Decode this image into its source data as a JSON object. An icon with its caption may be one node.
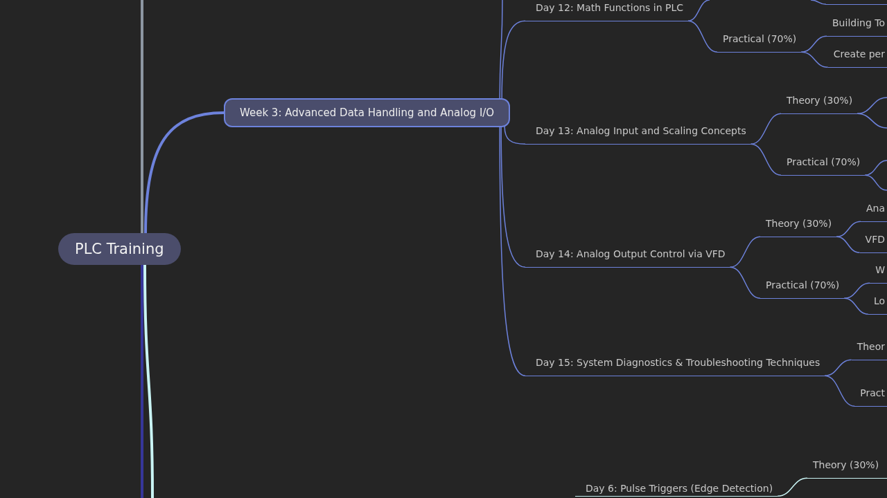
{
  "diagram": {
    "nodes": [
      {
        "text": [
          "PLC Training"
        ]
      },
      {
        "text": [
          "Week 3: Advanced Data Handling and Analog I/O"
        ]
      },
      {
        "text": [
          "Day 12: Math Functions in PLC"
        ]
      },
      {
        "text": [
          "Practical (70%)"
        ]
      },
      {
        "text": [
          "Building To"
        ]
      },
      {
        "text": [
          "Create per"
        ]
      },
      {
        "text": [],
        "shape": "bar"
      },
      {
        "text": [
          "Day 13: Analog Input and Scaling Concepts"
        ]
      },
      {
        "text": [
          "Theory (30%)"
        ]
      },
      {
        "text": [
          "Practical (70%)"
        ]
      },
      {
        "text": [
          "Day 14: Analog Output Control via VFD"
        ]
      },
      {
        "text": [
          "Theory (30%)"
        ]
      },
      {
        "text": [
          "Ana"
        ]
      },
      {
        "text": [
          "VFD"
        ]
      },
      {
        "text": [
          "Practical (70%)"
        ]
      },
      {
        "text": [
          "W"
        ]
      },
      {
        "text": [
          "Lo"
        ]
      },
      {
        "text": [
          "Day 15: System Diagnostics & Troubleshooting Techniques"
        ]
      },
      {
        "text": [
          "Theor"
        ]
      },
      {
        "text": [
          "Pract"
        ]
      },
      {
        "text": [
          "Day 6: Pulse Triggers (Edge Detection)"
        ]
      },
      {
        "text": [
          "Theory (30%)"
        ]
      }
    ],
    "edges": [
      {
        "from": 0,
        "to": null,
        "arrow": "none",
        "style": "thick",
        "color": "#8d96a2"
      },
      {
        "from": 0,
        "to": 1,
        "arrow": "none",
        "style": "thick"
      },
      {
        "from": 0,
        "to": null,
        "arrow": "none",
        "style": "thick",
        "color": "#36369a"
      },
      {
        "from": 0,
        "to": null,
        "arrow": "none",
        "style": "thick",
        "color": "#c9f4f4"
      },
      {
        "from": 1,
        "to": null,
        "arrow": "none"
      },
      {
        "from": 1,
        "to": 2,
        "arrow": "none"
      },
      {
        "from": 1,
        "to": 7,
        "arrow": "none"
      },
      {
        "from": 1,
        "to": 10,
        "arrow": "none"
      },
      {
        "from": 1,
        "to": 17,
        "arrow": "none"
      },
      {
        "from": 2,
        "to": null,
        "arrow": "none"
      },
      {
        "from": 2,
        "to": 3,
        "arrow": "none"
      },
      {
        "from": 3,
        "to": 4,
        "arrow": "none"
      },
      {
        "from": 3,
        "to": 5,
        "arrow": "none"
      },
      {
        "from": null,
        "to": 6,
        "arrow": "none"
      },
      {
        "from": 7,
        "to": 8,
        "arrow": "none"
      },
      {
        "from": 7,
        "to": 9,
        "arrow": "none"
      },
      {
        "from": 8,
        "to": null,
        "arrow": "none"
      },
      {
        "from": 8,
        "to": null,
        "arrow": "none"
      },
      {
        "from": 9,
        "to": null,
        "arrow": "none"
      },
      {
        "from": 9,
        "to": null,
        "arrow": "none"
      },
      {
        "from": 10,
        "to": 11,
        "arrow": "none"
      },
      {
        "from": 10,
        "to": 14,
        "arrow": "none"
      },
      {
        "from": 11,
        "to": 12,
        "arrow": "none"
      },
      {
        "from": 11,
        "to": 13,
        "arrow": "none"
      },
      {
        "from": 14,
        "to": 15,
        "arrow": "none"
      },
      {
        "from": 14,
        "to": 16,
        "arrow": "none"
      },
      {
        "from": 17,
        "to": 18,
        "arrow": "none"
      },
      {
        "from": 17,
        "to": 19,
        "arrow": "none"
      },
      {
        "from": 20,
        "to": 21,
        "arrow": "none",
        "color": "#c9f4f4"
      }
    ]
  }
}
